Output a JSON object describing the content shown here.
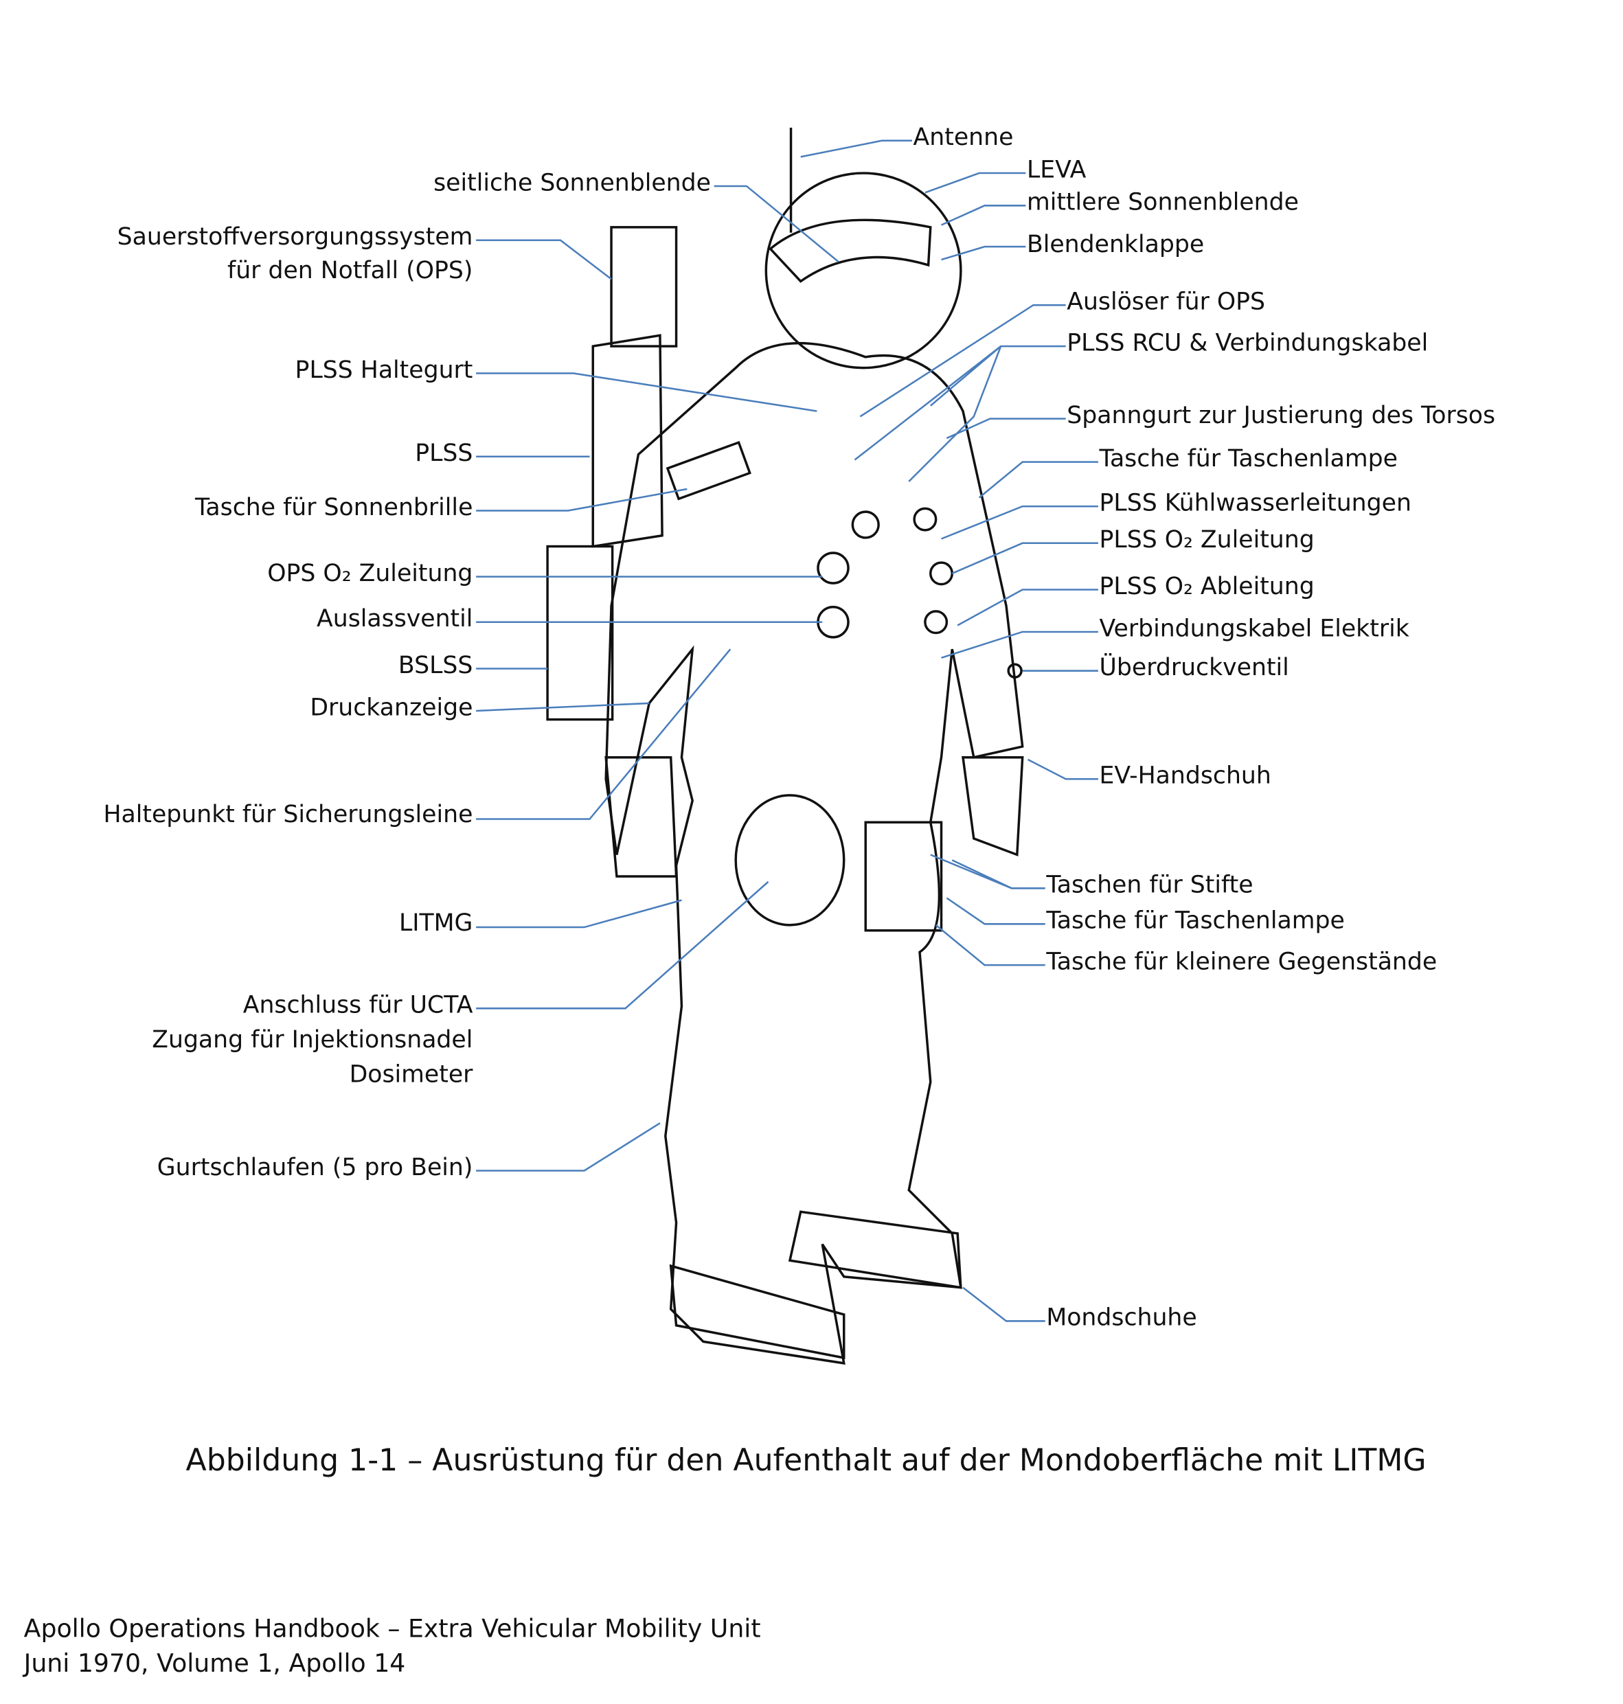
{
  "figure": {
    "caption": "Abbildung 1-1 – Ausrüstung für den Aufenthalt auf der Mondoberfläche mit LITMG",
    "line_color": "#4a7ebb",
    "left_labels": [
      "seitliche Sonnenblende",
      "Sauerstoffversorgungssystem",
      "für den Notfall (OPS)",
      "PLSS Haltegurt",
      "PLSS",
      "Tasche für Sonnenbrille",
      "OPS  O₂  Zuleitung",
      "Auslassventil",
      "BSLSS",
      "Druckanzeige",
      "Haltepunkt für Sicherungsleine",
      "LITMG",
      "Anschluss für UCTA",
      "Zugang für Injektionsnadel",
      "Dosimeter",
      "Gurtschlaufen (5 pro Bein)"
    ],
    "right_labels": [
      "Antenne",
      "LEVA",
      "mittlere Sonnenblende",
      "Blendenklappe",
      "Auslöser für OPS",
      "PLSS RCU & Verbindungskabel",
      "Spanngurt zur Justierung des Torsos",
      "Tasche für Taschenlampe",
      "PLSS Kühlwasserleitungen",
      "PLSS  O₂  Zuleitung",
      "PLSS  O₂  Ableitung",
      "Verbindungskabel Elektrik",
      "Überdruckventil",
      "EV-Handschuh",
      "Taschen für Stifte",
      "Tasche für Taschenlampe",
      "Tasche für kleinere Gegenstände",
      "Mondschuhe"
    ]
  },
  "footer": {
    "line1": "Apollo Operations Handbook – Extra Vehicular Mobility Unit",
    "line2": "Juni 1970, Volume 1, Apollo 14"
  }
}
